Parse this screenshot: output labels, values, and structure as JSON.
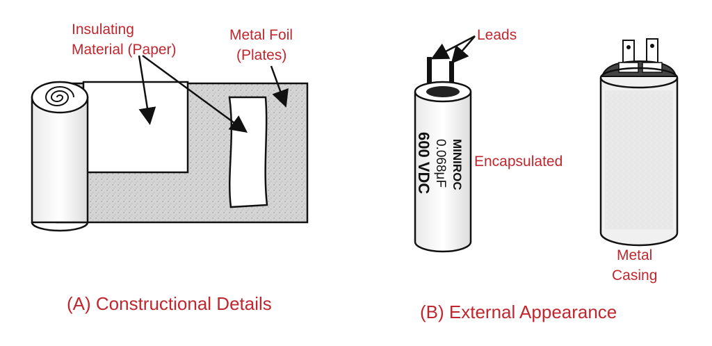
{
  "colors": {
    "label": "#c0262d",
    "ink": "#111111",
    "foil": "#d4d4d4",
    "paper": "#ffffff",
    "casing": "#f2f2f2"
  },
  "part_a": {
    "label_insulating_line1": "Insulating",
    "label_insulating_line2": "Material (Paper)",
    "label_foil_line1": "Metal Foil",
    "label_foil_line2": "(Plates)",
    "caption": "(A) Constructional Details"
  },
  "part_b": {
    "label_leads": "Leads",
    "label_encapsulated": "Encapsulated",
    "label_casing_line1": "Metal",
    "label_casing_line2": "Casing",
    "caption": "(B) External Appearance",
    "capacitor_text": {
      "brand": "MINIROC",
      "capacitance": "0.068μF",
      "voltage": "600 VDC"
    }
  }
}
